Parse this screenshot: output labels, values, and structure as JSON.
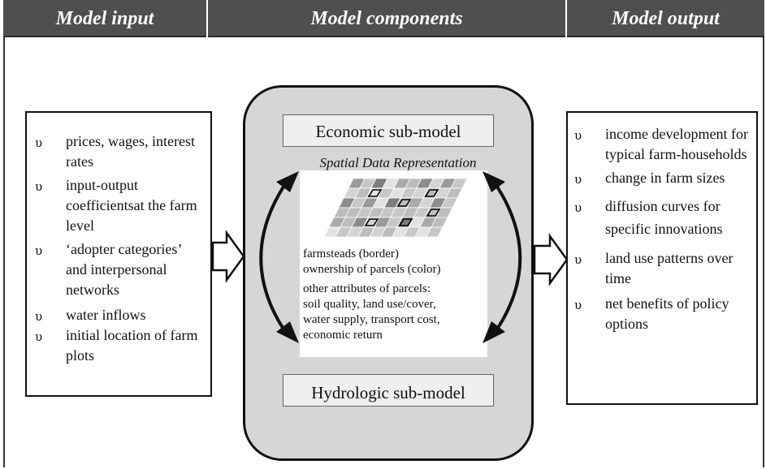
{
  "header": {
    "input_title": "Model input",
    "components_title": "Model components",
    "output_title": "Model output"
  },
  "input": {
    "bullet_symbol": "υ",
    "items": [
      "prices, wages, interest rates",
      "input-output coefficientsat the farm level",
      "‘adopter categories’ and interpersonal networks",
      "water inflows",
      "initial location of farm plots"
    ]
  },
  "components": {
    "economic_label": "Economic sub-model",
    "spatial_title": "Spatial Data Representation",
    "legend_line1": "farmsteads (border)",
    "legend_line2": "ownership of parcels (color)",
    "attributes": "other attributes of parcels:\nsoil quality, land use/cover,\nwater supply, transport cost,\neconomic return",
    "hydrologic_label": "Hydrologic sub-model"
  },
  "output": {
    "bullet_symbol": "υ",
    "items": [
      "income development for typical farm-households",
      "change in farm sizes",
      "diffusion curves for specific innovations",
      "land use patterns over time",
      "net benefits of policy options"
    ]
  },
  "colors": {
    "header_bg": "#4f4f4f",
    "panel_bg": "#d6d6d6",
    "submodel_bg": "#efefef"
  }
}
